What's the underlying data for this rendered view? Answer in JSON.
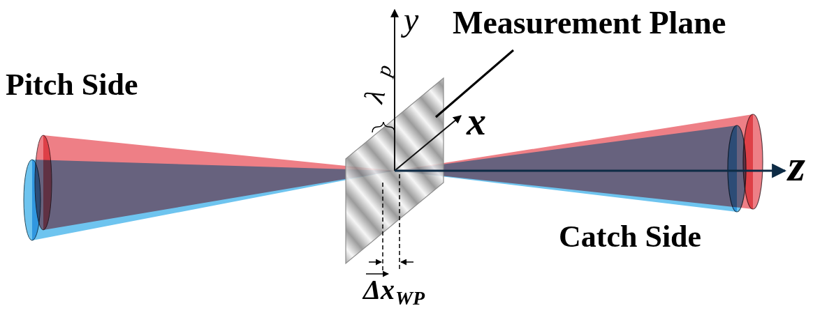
{
  "diagram": {
    "labels": [
      "Pitch Side",
      "Measurement Plane",
      "Catch Side",
      "y",
      "x",
      "z",
      "λ",
      "p",
      "Δx",
      "WP"
    ]
  }
}
